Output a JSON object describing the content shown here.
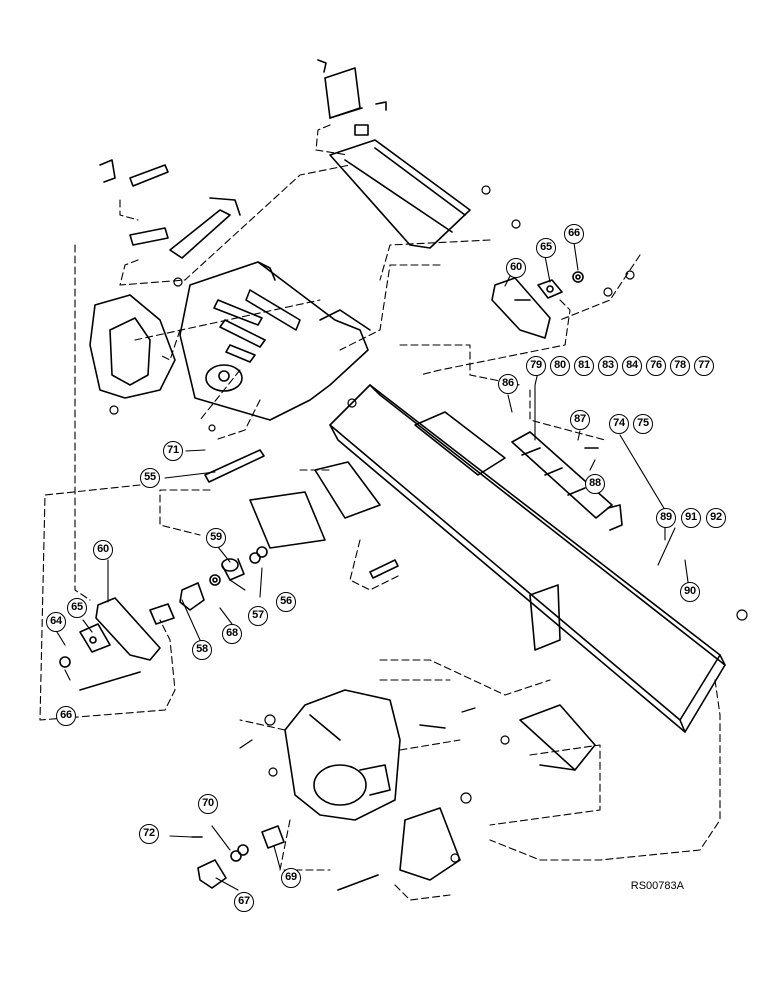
{
  "drawing_code": "RS00783A",
  "callouts": [
    "60",
    "65",
    "66",
    "79",
    "80",
    "81",
    "83",
    "84",
    "76",
    "78",
    "77",
    "86",
    "87",
    "88",
    "74",
    "75",
    "71",
    "55",
    "89",
    "91",
    "92",
    "90",
    "59",
    "56",
    "57",
    "68",
    "58",
    "60",
    "65",
    "64",
    "66",
    "70",
    "72",
    "69",
    "67"
  ]
}
